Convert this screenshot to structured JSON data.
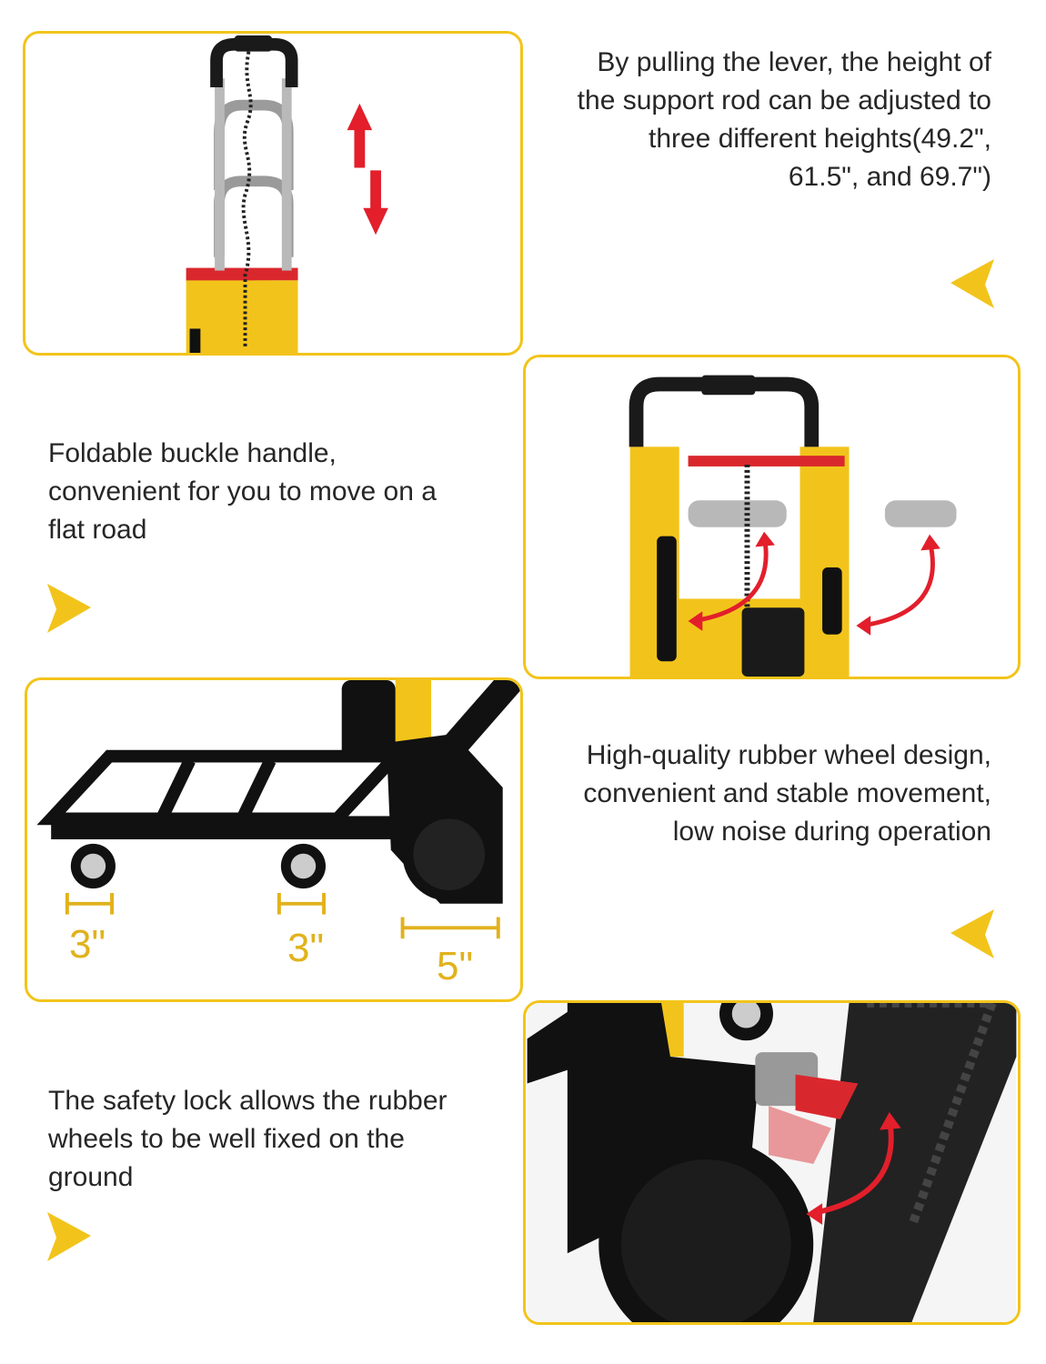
{
  "features": [
    {
      "id": "height",
      "text": "By pulling the lever, the height of the support rod can be adjusted to three different heights(49.2\", 61.5\", and 69.7\")"
    },
    {
      "id": "handle",
      "text": "Foldable buckle handle, convenient for you to move on a flat road"
    },
    {
      "id": "wheel",
      "text": "High-quality rubber wheel design, convenient and stable movement, low noise during operation"
    },
    {
      "id": "lock",
      "text": "The safety lock allows the rubber wheels to be well fixed on the ground"
    }
  ],
  "wheel_sizes": {
    "front": "3\"",
    "middle": "3\"",
    "rear": "5\""
  },
  "colors": {
    "accent": "#f2c41b",
    "arrow": "#e21f2b",
    "frame": "#111111",
    "text": "#262626"
  },
  "icons": [
    "pointer-triangle-icon",
    "double-arrow-icon"
  ]
}
